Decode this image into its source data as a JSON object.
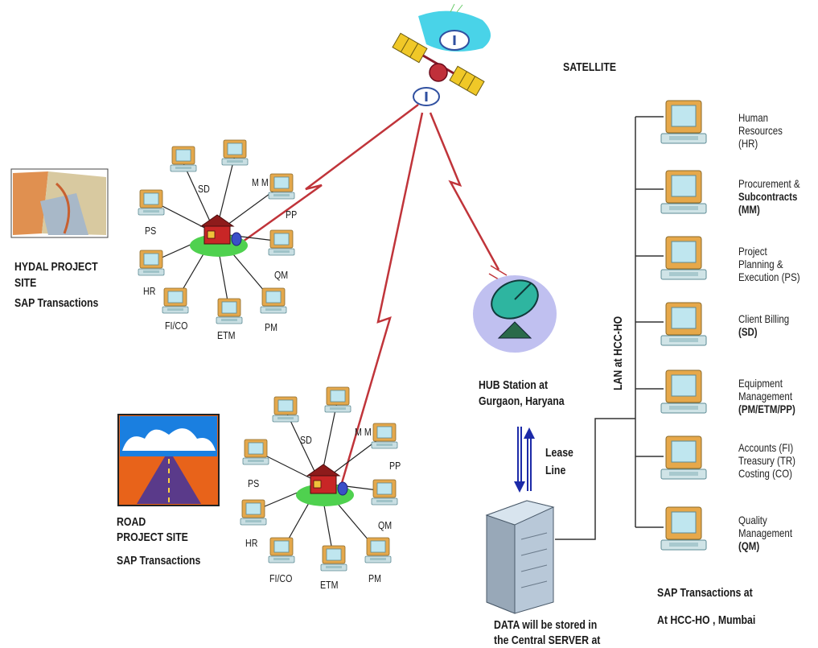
{
  "satellite_label": "SATELLITE",
  "hydal_site": {
    "line1": "HYDAL PROJECT",
    "line2": "SITE",
    "line3": "SAP Transactions"
  },
  "road_site": {
    "line1": "ROAD",
    "line2": "PROJECT SITE",
    "line3": "SAP Transactions"
  },
  "hub": {
    "line1": "HUB Station at",
    "line2": "Gurgaon, Haryana"
  },
  "lease_line": {
    "line1": "Lease",
    "line2": "Line"
  },
  "server_note": {
    "line1": "DATA will be stored in",
    "line2": "the Central SERVER at"
  },
  "lan_label": "LAN at HCC-HO",
  "module_nodes": [
    "SD",
    "M M",
    "PP",
    "QM",
    "PM",
    "ETM",
    "FI/CO",
    "HR",
    "PS"
  ],
  "ho_modules": [
    {
      "line1": "Human",
      "line2": "Resources (HR)",
      "line3": ""
    },
    {
      "line1": "Procurement &",
      "line2": "Subcontracts",
      "line3": "(MM)"
    },
    {
      "line1": "Project",
      "line2": "Planning &",
      "line3": "Execution (PS)"
    },
    {
      "line1": "Client Billing",
      "line2": "(SD)",
      "line3": ""
    },
    {
      "line1": "Equipment",
      "line2": "Management",
      "line3": "(PM/ETM/PP)"
    },
    {
      "line1": "Accounts (FI)",
      "line2": "Treasury (TR)",
      "line3": "Costing (CO)"
    },
    {
      "line1": "Quality",
      "line2": "Management",
      "line3": "(QM)"
    }
  ],
  "ho_caption": {
    "line1": "SAP Transactions at",
    "line2": "At HCC-HO , Mumbai"
  },
  "colors": {
    "link_red": "#c0343a",
    "monitor_frame": "#e0a94a",
    "screen": "#bfe6ef",
    "lan_line": "#333333",
    "lease_arrow": "#1c2aa8"
  }
}
